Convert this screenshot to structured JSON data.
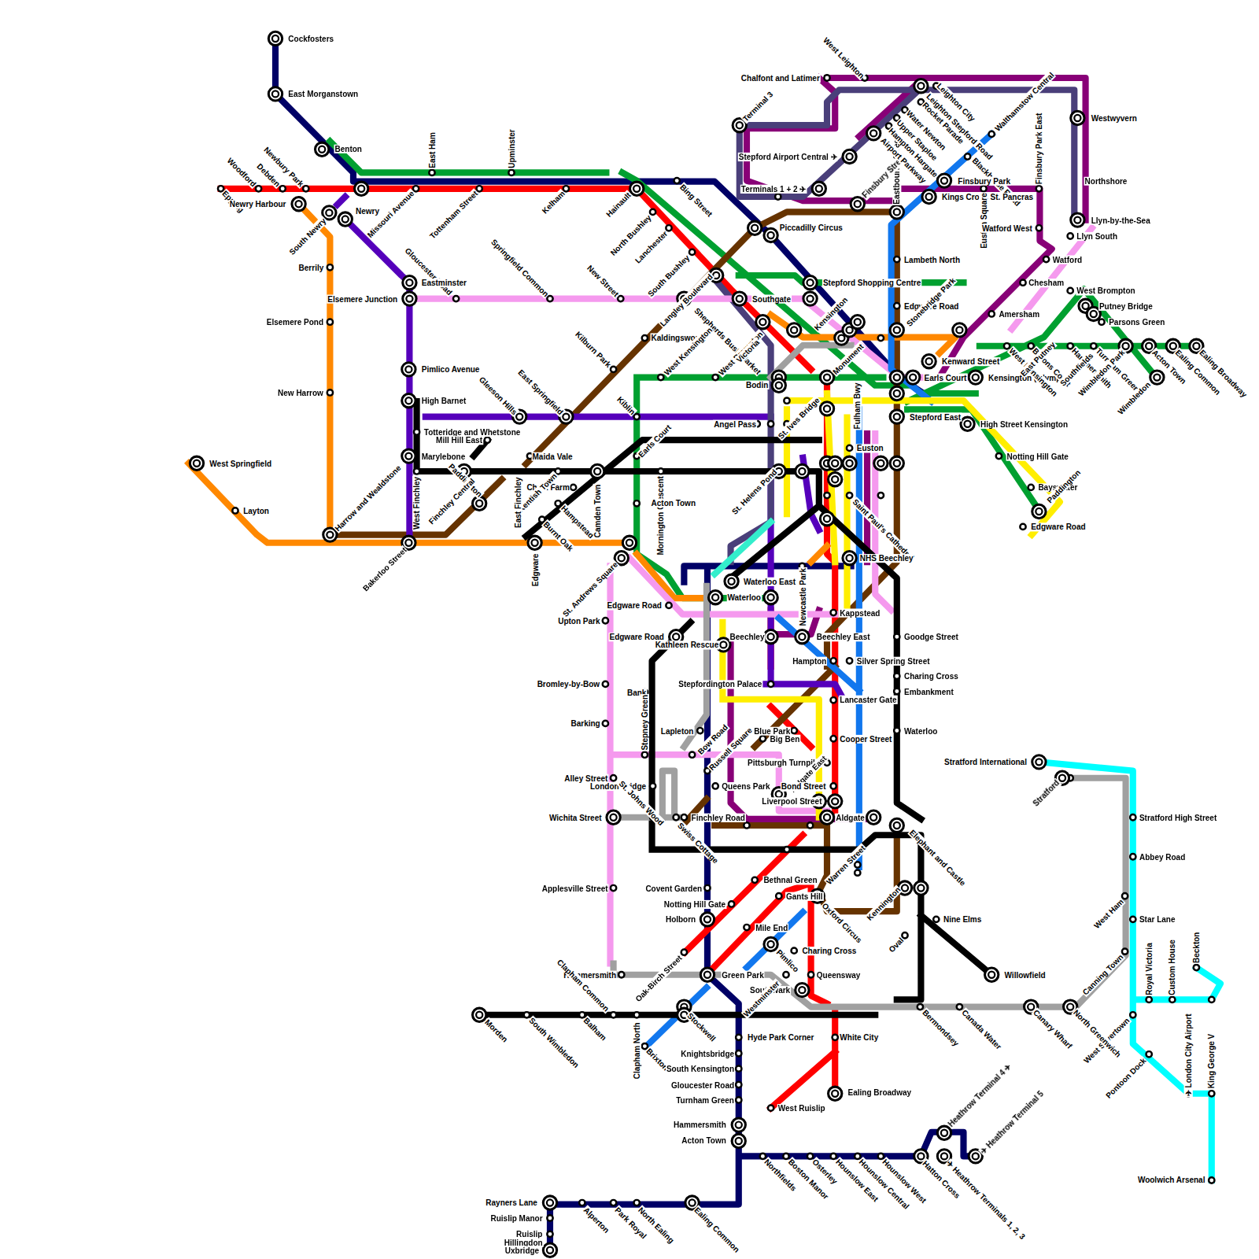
{
  "diagram": {
    "labels": [
      "Cockfosters",
      "East Morganstown",
      "Benton",
      "Epping",
      "Woodford",
      "Debden",
      "Newbury Park",
      "Newry Harbour",
      "South Newry",
      "Newry",
      "Missouri Avenue",
      "Tottenham Street",
      "East Ham",
      "Upminster",
      "Kelham",
      "Hainault",
      "Bing Street",
      "North Bushley",
      "Lanchester",
      "South Bushley",
      "Gloucester Road",
      "Eastminster",
      "Elsemere Junction",
      "Springfield Common",
      "New Street",
      "Berrily",
      "Elsemere Pond",
      "New Harrow",
      "Pimlico Avenue",
      "High Barnet",
      "Totteridge and Whetstone",
      "Mill Hill East",
      "Marylebone",
      "Gleeson Hills",
      "East Springfield",
      "Kilburn Park",
      "Kiblin",
      "Kaldingsworth",
      "Langley Boulevard",
      "Shepherds Bush Market",
      "West Kensington",
      "West Brompton",
      "Victoria",
      "Bodin",
      "Southgate",
      "Piccadilly Circus",
      "Stepford Shopping Centre",
      "Kensington",
      "Monument",
      "Fulham Bwy",
      "Eastbourne Street",
      "Finsbury Street",
      "Terminal 3",
      "Chalfont and Latimer",
      "West Leighton",
      "Leighton City",
      "Leighton Stepford Road",
      "Rocket Parade",
      "Water Newton",
      "Upper Staploe",
      "Hampton Hargate",
      "Airport Parkway",
      "Stepford Airport Central ✈",
      "Terminals 1 + 2 ✈",
      "Walthamstow Central",
      "Blackhorse Road",
      "Finsbury Park",
      "Kings Cross St. Pancras",
      "Euston Square",
      "Finsbury Park East",
      "Watford West",
      "Westwyvern",
      "Northshore",
      "Llyn-by-the-Sea",
      "Llyn South",
      "Watford",
      "Chesham",
      "West Brompton",
      "Putney Bridge",
      "Parsons Green",
      "Amersham",
      "Lambeth North",
      "Edgware Road",
      "Stonebridge Park",
      "Kenward Street",
      "Earls Court",
      "Kensington (Olympia)",
      "West Kensington",
      "Barons Court",
      "East Putney",
      "Hammersmith",
      "Southfields",
      "Turnham Green",
      "Wimbledon Park",
      "Wimbledon",
      "Acton Town",
      "Ealing Common",
      "Ealing Broadway",
      "Stepford East",
      "High Street Kensington",
      "Notting Hill Gate",
      "Bayswater",
      "Paddington",
      "Edgware Road",
      "Angel Pass",
      "St. Helens Pond",
      "St. Ives Bridge",
      "Euston",
      "Saint Paul's Cathedral",
      "NHS Beechley",
      "Kappstead",
      "Goodge Street",
      "Silver Spring Street",
      "Charing Cross",
      "Embankment",
      "Hampton",
      "Beechley",
      "Beechley East",
      "Stepfordington Palace",
      "Lancaster Gate",
      "Cooper Street",
      "Waterloo",
      "Blue Park",
      "Big Ben",
      "Pittsburgh Turnpike",
      "Aldgate East",
      "Bond Street",
      "Queens Park",
      "Liverpool Street",
      "Aldgate",
      "Finchley Road",
      "Swiss Cottage",
      "Lapleton",
      "Bow Road",
      "Russell Square",
      "Waterloo East",
      "Waterloo",
      "Newcastle Park",
      "Edgware Road",
      "Upton Park",
      "Edgware Road",
      "Kathleen Rescue",
      "Bank",
      "Stepney Green",
      "Bromley-by-Bow",
      "Barking",
      "Alley Street",
      "London Bridge",
      "St. Johns Wood",
      "Wichita Street",
      "Applesville Street",
      "Covent Garden",
      "Notting Hill Gate",
      "Holborn",
      "Bethnal Green",
      "Gants Hill",
      "Mile End",
      "Charing Cross",
      "Queensway",
      "Green Park",
      "Southwark",
      "Westminster",
      "Pimlico",
      "Oak-Birch Street",
      "Hammersmith",
      "Clapham Common",
      "Clapham North",
      "Brixton",
      "Stockwell",
      "Morden",
      "South Wimbledon",
      "Balham",
      "Hyde Park Corner",
      "Knightsbridge",
      "South Kensington",
      "Gloucester Road",
      "Turnham Green",
      "Hammersmith",
      "Acton Town",
      "White City",
      "Ealing Broadway",
      "West Ruislip",
      "Northfields",
      "Boston Manor",
      "Osterley",
      "Hounslow East",
      "Hounslow Central",
      "Hounslow West",
      "Hatton Cross",
      "✈ Heathrow Terminals 1, 2, 3",
      "✈ Heathrow Terminal 5",
      "Heathrow Terminal 4 ✈",
      "Rayners Lane",
      "Ruislip Manor",
      "Ruislip",
      "Hillingdon",
      "Uxbridge",
      "Alperton",
      "Park Royal",
      "North Ealing",
      "Ealing Common",
      "Willowfield",
      "Nine Elms",
      "Oval",
      "Kennington",
      "Elephant and Castle",
      "Oxford Circus",
      "Warren Street",
      "Mornington Crescent",
      "Acton Town",
      "Earls Court",
      "Maida Vale",
      "Chalk Farm",
      "Kentish Town",
      "East Finchley",
      "Hampstead",
      "Burnt Oak",
      "Camden Town",
      "Edgware",
      "Paddington",
      "West Finchley",
      "Finchley Central",
      "Harrow and Wealdstone",
      "Bakerloo Street",
      "St. Andrews Square",
      "West Springfield",
      "Layton",
      "Stratford International",
      "Stratford",
      "Stratford High Street",
      "Abbey Road",
      "Star Lane",
      "West Ham",
      "Canning Town",
      "Royal Victoria",
      "Custom House",
      "Beckton",
      "✈ London City Airport",
      "King George V",
      "Woolwich Arsenal",
      "Pontoon Dock",
      "West Silvertown",
      "North Greenwich",
      "Canary Wharf",
      "Canada Water",
      "Bermondsey"
    ]
  }
}
